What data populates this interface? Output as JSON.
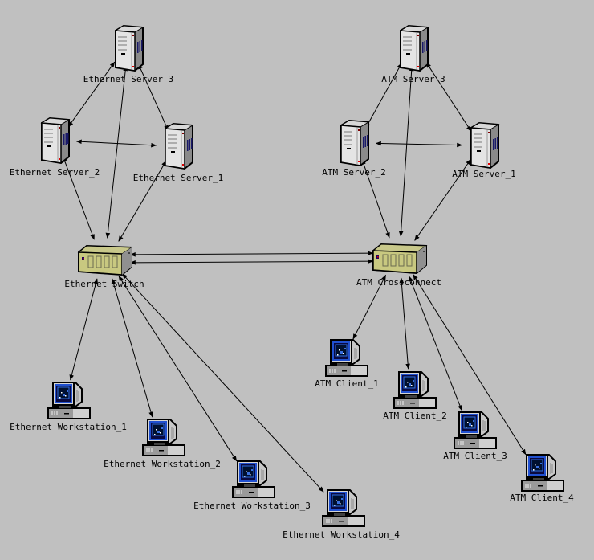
{
  "diagram": {
    "background": "#c0c0c0",
    "nodes": [
      {
        "id": "eth_srv3",
        "type": "server",
        "label": "Ethernet Server_3"
      },
      {
        "id": "eth_srv2",
        "type": "server",
        "label": "Ethernet Server_2"
      },
      {
        "id": "eth_srv1",
        "type": "server",
        "label": "Ethernet Server_1"
      },
      {
        "id": "eth_switch",
        "type": "switch",
        "label": "Ethernet Switch"
      },
      {
        "id": "eth_ws1",
        "type": "workstation",
        "label": "Ethernet Workstation_1"
      },
      {
        "id": "eth_ws2",
        "type": "workstation",
        "label": "Ethernet Workstation_2"
      },
      {
        "id": "eth_ws3",
        "type": "workstation",
        "label": "Ethernet Workstation_3"
      },
      {
        "id": "eth_ws4",
        "type": "workstation",
        "label": "Ethernet Workstation_4"
      },
      {
        "id": "atm_srv3",
        "type": "server",
        "label": "ATM Server_3"
      },
      {
        "id": "atm_srv2",
        "type": "server",
        "label": "ATM Server_2"
      },
      {
        "id": "atm_srv1",
        "type": "server",
        "label": "ATM Server_1"
      },
      {
        "id": "atm_xc",
        "type": "switch",
        "label": "ATM Crossconnect"
      },
      {
        "id": "atm_cl1",
        "type": "workstation",
        "label": "ATM Client_1"
      },
      {
        "id": "atm_cl2",
        "type": "workstation",
        "label": "ATM Client_2"
      },
      {
        "id": "atm_cl3",
        "type": "workstation",
        "label": "ATM Client_3"
      },
      {
        "id": "atm_cl4",
        "type": "workstation",
        "label": "ATM Client_4"
      }
    ],
    "links": [
      [
        "eth_srv3",
        "eth_srv2"
      ],
      [
        "eth_srv3",
        "eth_srv1"
      ],
      [
        "eth_srv2",
        "eth_srv1"
      ],
      [
        "eth_srv3",
        "eth_switch"
      ],
      [
        "eth_srv2",
        "eth_switch"
      ],
      [
        "eth_srv1",
        "eth_switch"
      ],
      [
        "eth_switch",
        "eth_ws1"
      ],
      [
        "eth_switch",
        "eth_ws2"
      ],
      [
        "eth_switch",
        "eth_ws3"
      ],
      [
        "eth_switch",
        "eth_ws4"
      ],
      [
        "eth_switch",
        "atm_xc"
      ],
      [
        "eth_switch",
        "atm_xc"
      ],
      [
        "atm_srv3",
        "atm_srv2"
      ],
      [
        "atm_srv3",
        "atm_srv1"
      ],
      [
        "atm_srv2",
        "atm_srv1"
      ],
      [
        "atm_srv3",
        "atm_xc"
      ],
      [
        "atm_srv2",
        "atm_xc"
      ],
      [
        "atm_srv1",
        "atm_xc"
      ],
      [
        "atm_xc",
        "atm_cl1"
      ],
      [
        "atm_xc",
        "atm_cl2"
      ],
      [
        "atm_xc",
        "atm_cl3"
      ],
      [
        "atm_xc",
        "atm_cl4"
      ]
    ]
  }
}
